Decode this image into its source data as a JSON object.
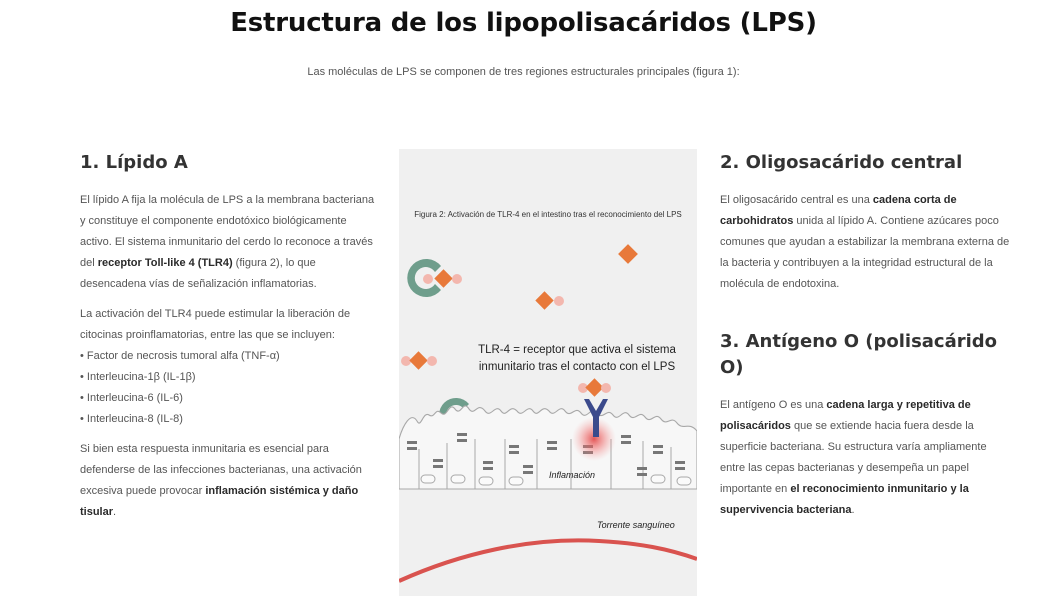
{
  "header": {
    "title": "Estructura de los lipopolisacáridos (LPS)",
    "subtitle": "Las moléculas de LPS se componen de tres regiones estructurales principales (figura 1):"
  },
  "section1": {
    "heading": "1. Lípido A",
    "p1_a": "El lípido A fija la molécula de LPS a la membrana bacteriana y constituye el componente endotóxico biológicamente activo. El sistema inmunitario del cerdo lo reconoce a través del ",
    "p1_b": "receptor Toll-like 4 (TLR4)",
    "p1_c": " (figura 2), lo que desencadena vías de señalización inflamatorias.",
    "p2_intro": "La activación del TLR4 puede estimular la liberación de citocinas proinflamatorias, entre las que se incluyen:",
    "list": [
      "Factor de necrosis tumoral alfa (TNF-α)",
      "Interleucina-1β (IL-1β)",
      "Interleucina-6 (IL-6)",
      "Interleucina-8 (IL-8)"
    ],
    "p3_a": "Si bien esta respuesta inmunitaria es esencial para defenderse de las infecciones bacterianas, una activación excesiva puede provocar ",
    "p3_b": "inflamación sistémica y daño tisular",
    "p3_c": "."
  },
  "section2": {
    "heading": "2. Oligosacárido central",
    "p_a": "El oligosacárido central es una ",
    "p_b": "cadena corta de carbohidratos",
    "p_c": " unida al lípido A. Contiene azúcares poco comunes que ayudan a estabilizar la membrana externa de la bacteria y contribuyen a la integridad estructural de la molécula de endotoxina."
  },
  "section3": {
    "heading": "3. Antígeno O (polisacárido O)",
    "p_a": "El antígeno O es una ",
    "p_b": "cadena larga y repetitiva de polisacáridos",
    "p_c": " que se extiende hacia fuera desde la superficie bacteriana. Su estructura varía ampliamente entre las cepas bacterianas y desempeña un papel importante en ",
    "p_d": "el reconocimiento inmunitario y la supervivencia bacteriana",
    "p_e": "."
  },
  "figure": {
    "caption": "Figura 2: Activación de TLR-4 en el intestino tras el reconocimiento del LPS",
    "callout": "TLR-4 = receptor que activa el sistema inmunitario tras el contacto con el LPS",
    "label_inflammation": "Inflamación",
    "label_bloodstream": "Torrente sanguíneo",
    "colors": {
      "background": "#f0f0f0",
      "lps_diamond": "#e8793a",
      "lps_circle": "#f3b7ae",
      "immune_cell": "#6f9e8c",
      "receptor": "#3b4a8c",
      "inflammation_glow": "#e03a3a",
      "blood_vessel": "#d9534f"
    }
  }
}
